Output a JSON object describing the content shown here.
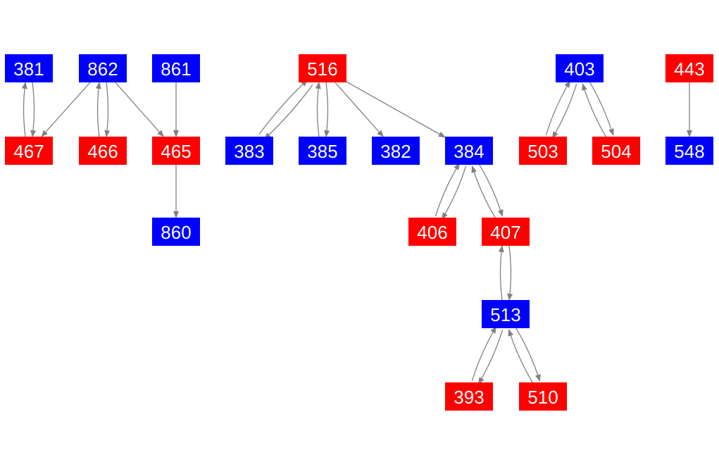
{
  "colors": {
    "red": "#ff0000",
    "blue": "#0000ff",
    "edge": "#808080"
  },
  "nodes": [
    {
      "id": "381",
      "label": "381",
      "color": "blue"
    },
    {
      "id": "862",
      "label": "862",
      "color": "blue"
    },
    {
      "id": "861",
      "label": "861",
      "color": "blue"
    },
    {
      "id": "516",
      "label": "516",
      "color": "red"
    },
    {
      "id": "403",
      "label": "403",
      "color": "blue"
    },
    {
      "id": "443",
      "label": "443",
      "color": "red"
    },
    {
      "id": "467",
      "label": "467",
      "color": "red"
    },
    {
      "id": "466",
      "label": "466",
      "color": "red"
    },
    {
      "id": "465",
      "label": "465",
      "color": "red"
    },
    {
      "id": "383",
      "label": "383",
      "color": "blue"
    },
    {
      "id": "385",
      "label": "385",
      "color": "blue"
    },
    {
      "id": "382",
      "label": "382",
      "color": "blue"
    },
    {
      "id": "384",
      "label": "384",
      "color": "blue"
    },
    {
      "id": "503",
      "label": "503",
      "color": "red"
    },
    {
      "id": "504",
      "label": "504",
      "color": "red"
    },
    {
      "id": "548",
      "label": "548",
      "color": "blue"
    },
    {
      "id": "860",
      "label": "860",
      "color": "blue"
    },
    {
      "id": "406",
      "label": "406",
      "color": "red"
    },
    {
      "id": "407",
      "label": "407",
      "color": "red"
    },
    {
      "id": "513",
      "label": "513",
      "color": "blue"
    },
    {
      "id": "393",
      "label": "393",
      "color": "red"
    },
    {
      "id": "510",
      "label": "510",
      "color": "red"
    }
  ],
  "edges": [
    {
      "from": "381",
      "to": "467"
    },
    {
      "from": "467",
      "to": "381"
    },
    {
      "from": "862",
      "to": "467"
    },
    {
      "from": "862",
      "to": "466"
    },
    {
      "from": "466",
      "to": "862"
    },
    {
      "from": "862",
      "to": "465"
    },
    {
      "from": "861",
      "to": "465"
    },
    {
      "from": "465",
      "to": "860"
    },
    {
      "from": "516",
      "to": "383"
    },
    {
      "from": "383",
      "to": "516"
    },
    {
      "from": "516",
      "to": "385"
    },
    {
      "from": "385",
      "to": "516"
    },
    {
      "from": "516",
      "to": "382"
    },
    {
      "from": "516",
      "to": "384"
    },
    {
      "from": "384",
      "to": "406"
    },
    {
      "from": "406",
      "to": "384"
    },
    {
      "from": "384",
      "to": "407"
    },
    {
      "from": "407",
      "to": "384"
    },
    {
      "from": "407",
      "to": "513"
    },
    {
      "from": "513",
      "to": "407"
    },
    {
      "from": "513",
      "to": "393"
    },
    {
      "from": "393",
      "to": "513"
    },
    {
      "from": "513",
      "to": "510"
    },
    {
      "from": "510",
      "to": "513"
    },
    {
      "from": "403",
      "to": "503"
    },
    {
      "from": "503",
      "to": "403"
    },
    {
      "from": "403",
      "to": "504"
    },
    {
      "from": "504",
      "to": "403"
    },
    {
      "from": "443",
      "to": "548"
    }
  ]
}
